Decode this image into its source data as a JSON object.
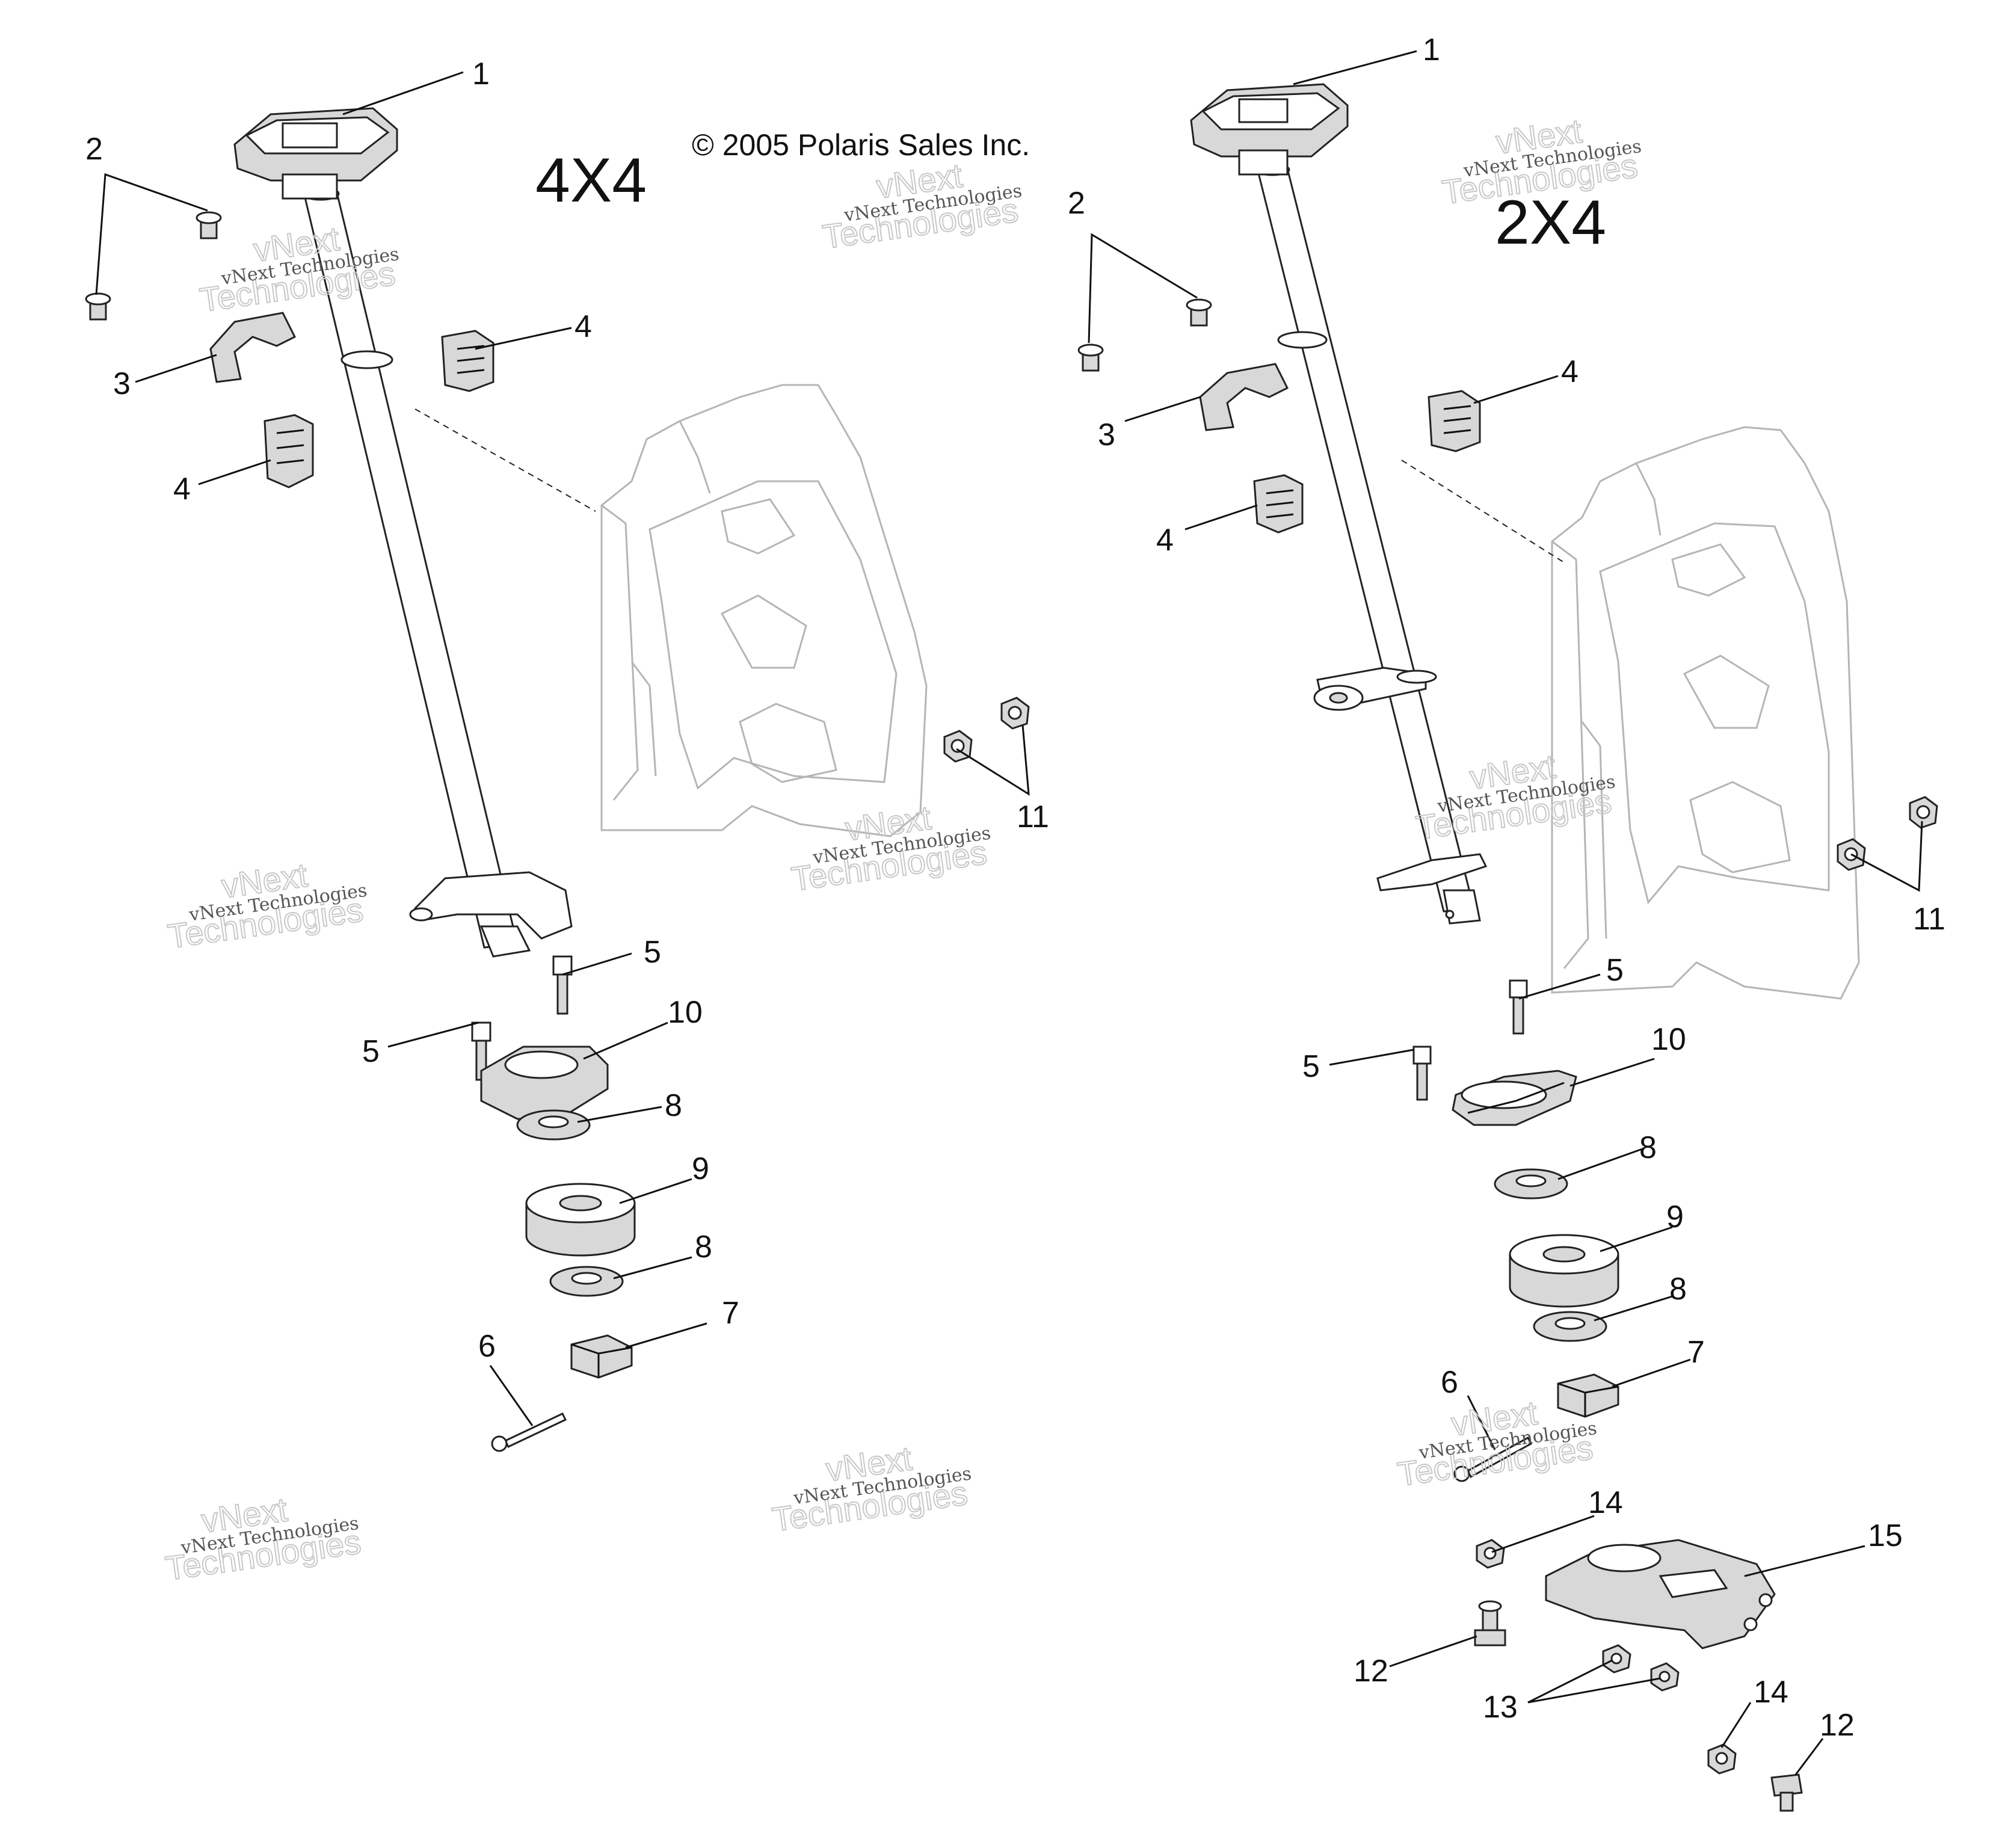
{
  "copyright": "© 2005 Polaris Sales Inc.",
  "views": [
    {
      "label": "4X4"
    },
    {
      "label": "2X4"
    }
  ],
  "callouts": {
    "left": [
      "1",
      "2",
      "3",
      "4",
      "4",
      "11",
      "5",
      "5",
      "10",
      "8",
      "9",
      "8",
      "7",
      "6"
    ],
    "right": [
      "1",
      "2",
      "3",
      "4",
      "4",
      "11",
      "5",
      "5",
      "10",
      "8",
      "9",
      "8",
      "7",
      "6",
      "14",
      "15",
      "12",
      "13",
      "14",
      "12"
    ]
  },
  "watermark": {
    "line1": "vNext Technologies",
    "line2": "vNext",
    "line3": "Technologies"
  }
}
